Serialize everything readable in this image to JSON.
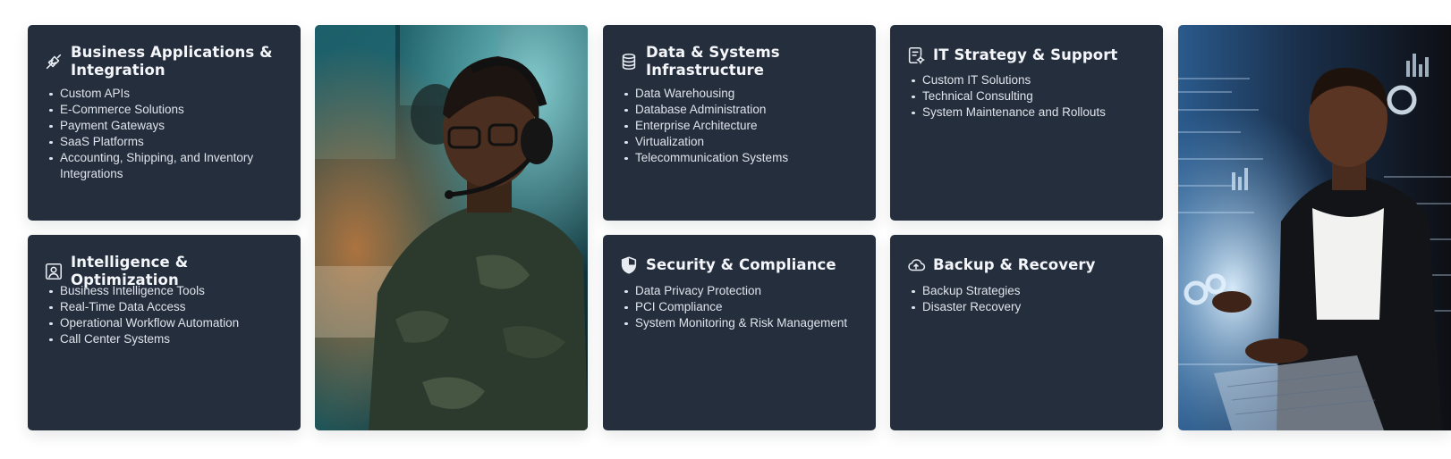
{
  "cards": {
    "business_apps": {
      "icon": "plug-icon",
      "title_line1": "Business Applications &",
      "title_line2": "Integration",
      "items": [
        "Custom APIs",
        "E-Commerce Solutions",
        "Payment Gateways",
        "SaaS Platforms",
        "Accounting, Shipping, and Inventory Integrations"
      ]
    },
    "data_systems": {
      "icon": "database-icon",
      "title_line1": "Data & Systems",
      "title_line2": "Infrastructure",
      "items": [
        "Data Warehousing",
        "Database Administration",
        "Enterprise Architecture",
        "Virtualization",
        "Telecommunication Systems"
      ]
    },
    "it_strategy": {
      "icon": "document-gear-icon",
      "title": "IT Strategy & Support",
      "items": [
        "Custom IT Solutions",
        "Technical Consulting",
        "System Maintenance and Rollouts"
      ]
    },
    "intelligence": {
      "icon": "user-dashboard-icon",
      "title": "Intelligence & Optimization",
      "items": [
        "Business Intelligence Tools",
        "Real-Time Data Access",
        "Operational Workflow Automation",
        "Call Center Systems"
      ]
    },
    "security": {
      "icon": "shield-icon",
      "title": "Security & Compliance",
      "items": [
        "Data Privacy Protection",
        "PCI Compliance",
        "System Monitoring & Risk Management"
      ]
    },
    "backup": {
      "icon": "cloud-upload-icon",
      "title": "Backup & Recovery",
      "items": [
        "Backup Strategies",
        "Disaster Recovery"
      ]
    }
  },
  "photos": {
    "operator": {
      "icon": "headset-operator-photo"
    },
    "developer": {
      "icon": "developer-data-photo"
    }
  },
  "colors": {
    "card_bg": "#252e3d",
    "card_text": "#dfe4ec",
    "page_bg": "#ffffff"
  }
}
